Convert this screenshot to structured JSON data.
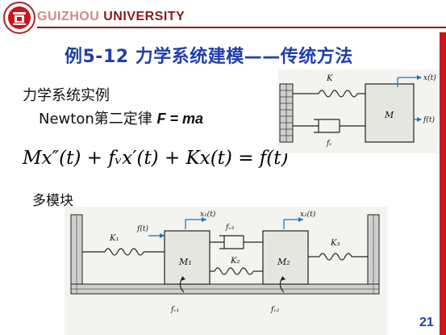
{
  "header": {
    "university_prefix": "GUIZHOU ",
    "university_name": "UNIVERSITY"
  },
  "title": "例5-12 力学系统建模——传统方法",
  "example_label": "力学系统实例",
  "law_text": "Newton第二定律",
  "law_formula": "F = ma",
  "equation": "Mx″(t) + fᵥx′(t) + Kx(t) = f(t)",
  "multi_label": "多模块",
  "page_number": "21",
  "figure1": {
    "spring_label": "K",
    "mass_label": "M",
    "displacement_label": "x(t)",
    "force_label": "f(t)",
    "damper_label": "fᵥ"
  },
  "figure2": {
    "x1_label": "x₁(t)",
    "x2_label": "x₂(t)",
    "f_label": "f(t)",
    "k1_label": "K₁",
    "k2_label": "K₂",
    "k3_label": "K₃",
    "m1_label": "M₁",
    "m2_label": "M₂",
    "fv3_label": "fᵥ₃",
    "fv1_label": "fᵥ₁",
    "fv2_label": "fᵥ₂"
  },
  "colors": {
    "accent_red": "#c8161d",
    "title_blue": "#1f3fae",
    "header_dark_red": "#8b1a1a"
  }
}
